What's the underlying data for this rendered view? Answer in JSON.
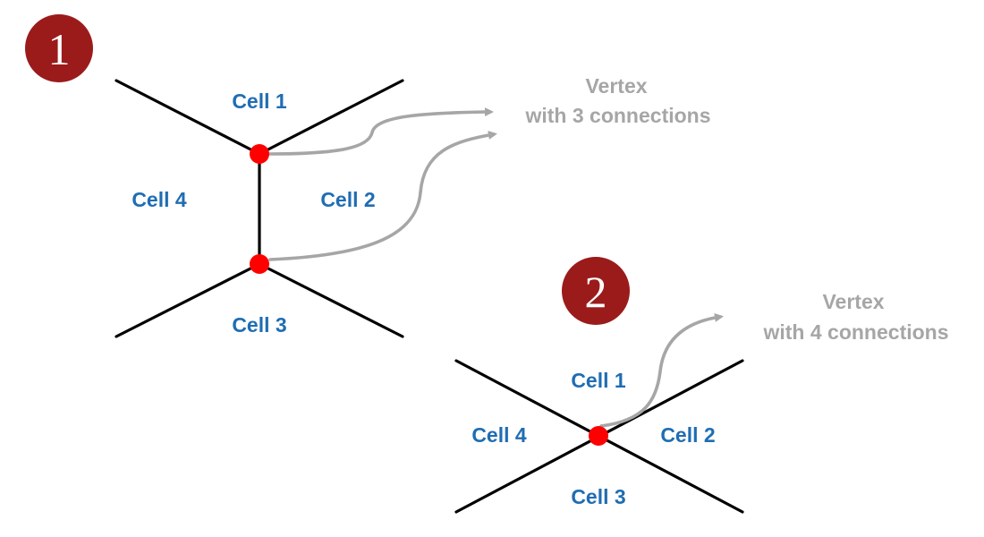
{
  "colors": {
    "badge": "#9b1b1b",
    "cell_label": "#1f6db3",
    "vertex_label": "#a6a6a6",
    "arrow": "#a6a6a6",
    "vertex_dot": "#ff0000",
    "edge": "#000000"
  },
  "panel1": {
    "badge": "1",
    "cells": [
      "Cell 1",
      "Cell 2",
      "Cell 3",
      "Cell 4"
    ],
    "vertex_label_line1": "Vertex",
    "vertex_label_line2": "with 3 connections"
  },
  "panel2": {
    "badge": "2",
    "cells": [
      "Cell 1",
      "Cell 2",
      "Cell 3",
      "Cell 4"
    ],
    "vertex_label_line1": "Vertex",
    "vertex_label_line2": "with 4 connections"
  }
}
